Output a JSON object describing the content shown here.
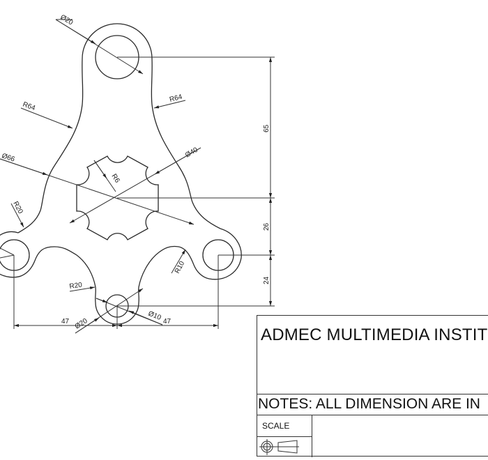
{
  "drawing": {
    "title": "ADMEC MULTIMEDIA INSTIT",
    "notes": "NOTES: ALL DIMENSION ARE IN",
    "scale_label": "SCALE",
    "projection_symbol": "first-angle-projection-icon",
    "line_color": "#2a2a2a",
    "background": "#ffffff"
  },
  "dimensions": {
    "top_hole_dia": "Ø20",
    "left_fillet_upper": "R64",
    "right_fillet_upper": "R64",
    "outer_circle_dia": "Ø66",
    "gear_dia": "Ø40",
    "gear_scallop_radius": "R6",
    "left_fillet_lower": "R20",
    "bottom_fillet_left": "R20",
    "bottom_fillet_right": "R10",
    "bottom_hole_outer_dia": "Ø20",
    "bottom_hole_inner_dia": "Ø10",
    "vertical_top": "65",
    "vertical_middle": "26",
    "vertical_bottom": "24",
    "horizontal_left": "47",
    "horizontal_right": "47"
  }
}
